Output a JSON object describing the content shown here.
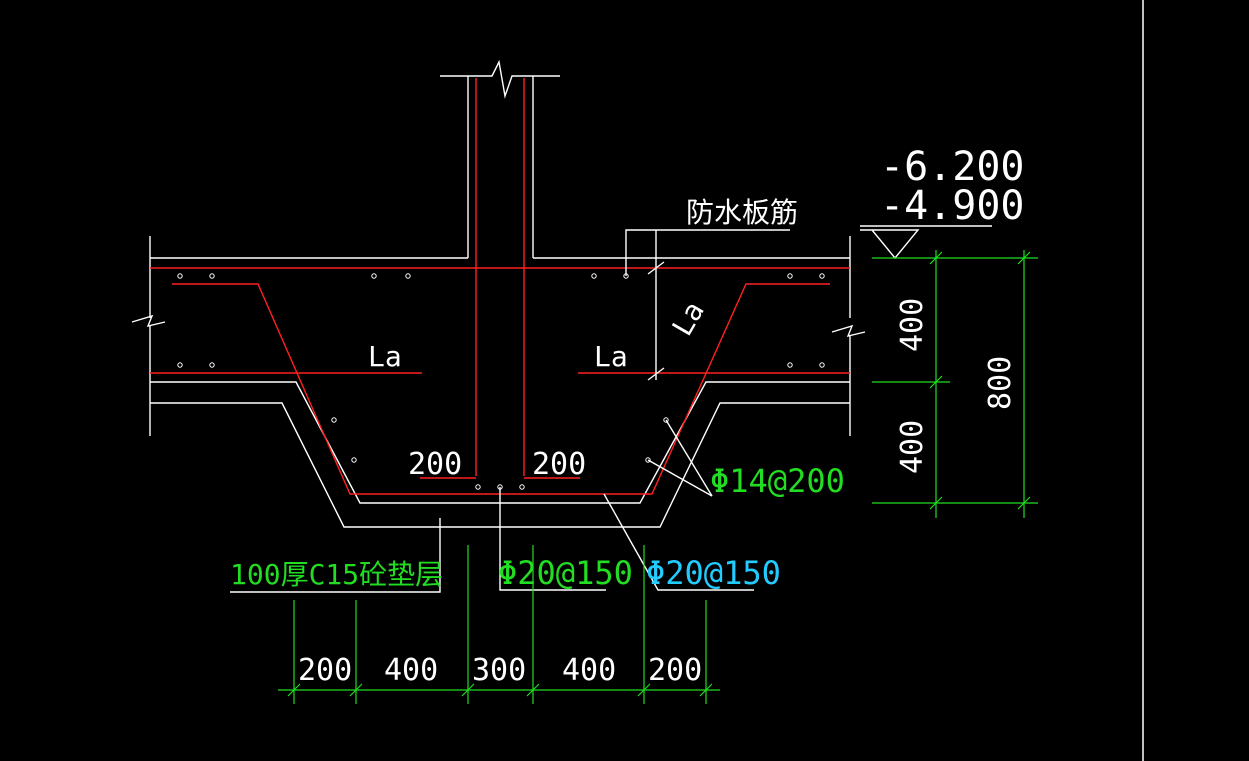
{
  "labels": {
    "waterproof_rebar": "防水板筋",
    "elev_top": "-6.200",
    "elev_bottom": "-4.900",
    "la_left": "La",
    "la_right": "La",
    "la_diagonal": "La",
    "dim_200_left": "200",
    "dim_200_right": "200",
    "rebar_14": "Φ14@200",
    "cushion": "100厚C15砼垫层",
    "rebar_20_a": "Φ20@150",
    "rebar_20_b": "Φ20@150",
    "v_dim_400_top": "400",
    "v_dim_400_bottom": "400",
    "v_dim_800": "800",
    "h_dims": [
      "200",
      "400",
      "300",
      "400",
      "200"
    ]
  },
  "colors": {
    "background": "#000000",
    "structure": "#ffffff",
    "rebar": "#ff2020",
    "dimension": "#22dd22",
    "highlight": "#22ccff"
  }
}
